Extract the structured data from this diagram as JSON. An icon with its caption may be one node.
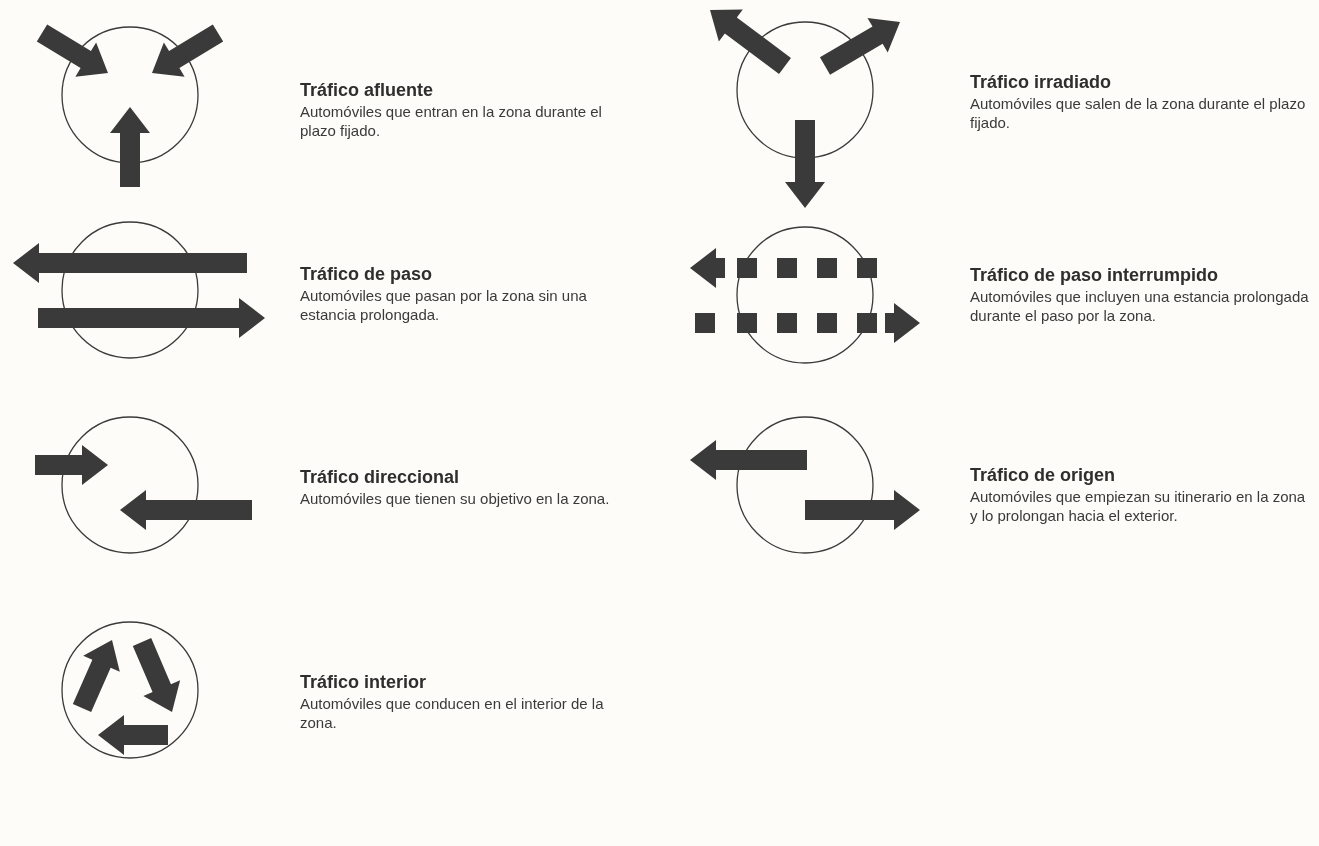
{
  "diagram": {
    "nodes": [
      {
        "text": [],
        "shape": "circle",
        "beside": [
          "Tráfico afluente",
          "Automóviles que entran en la zona durante el plazo fijado."
        ]
      },
      {
        "text": [],
        "shape": "circle",
        "beside": [
          "Tráfico irradiado",
          "Automóviles que salen de la zona durante el plazo fijado."
        ]
      },
      {
        "text": [],
        "shape": "circle",
        "beside": [
          "Tráfico de paso",
          "Automóviles que pasan por la zona sin una estancia prolongada."
        ]
      },
      {
        "text": [],
        "shape": "circle",
        "beside": [
          "Tráfico de paso interrumpido",
          "Automóviles que incluyen una estancia prolongada durante el paso por la zona."
        ]
      },
      {
        "text": [],
        "shape": "circle",
        "beside": [
          "Tráfico direccional",
          "Automóviles que tienen su objetivo en la zona."
        ]
      },
      {
        "text": [],
        "shape": "circle",
        "beside": [
          "Tráfico de origen",
          "Automóviles que empiezan su itinerario en la zona y lo prolongan hacia el exterior."
        ]
      },
      {
        "text": [],
        "shape": "circle",
        "beside": [
          "Tráfico interior",
          "Automóviles que conducen en el interior de la zona."
        ]
      }
    ]
  }
}
